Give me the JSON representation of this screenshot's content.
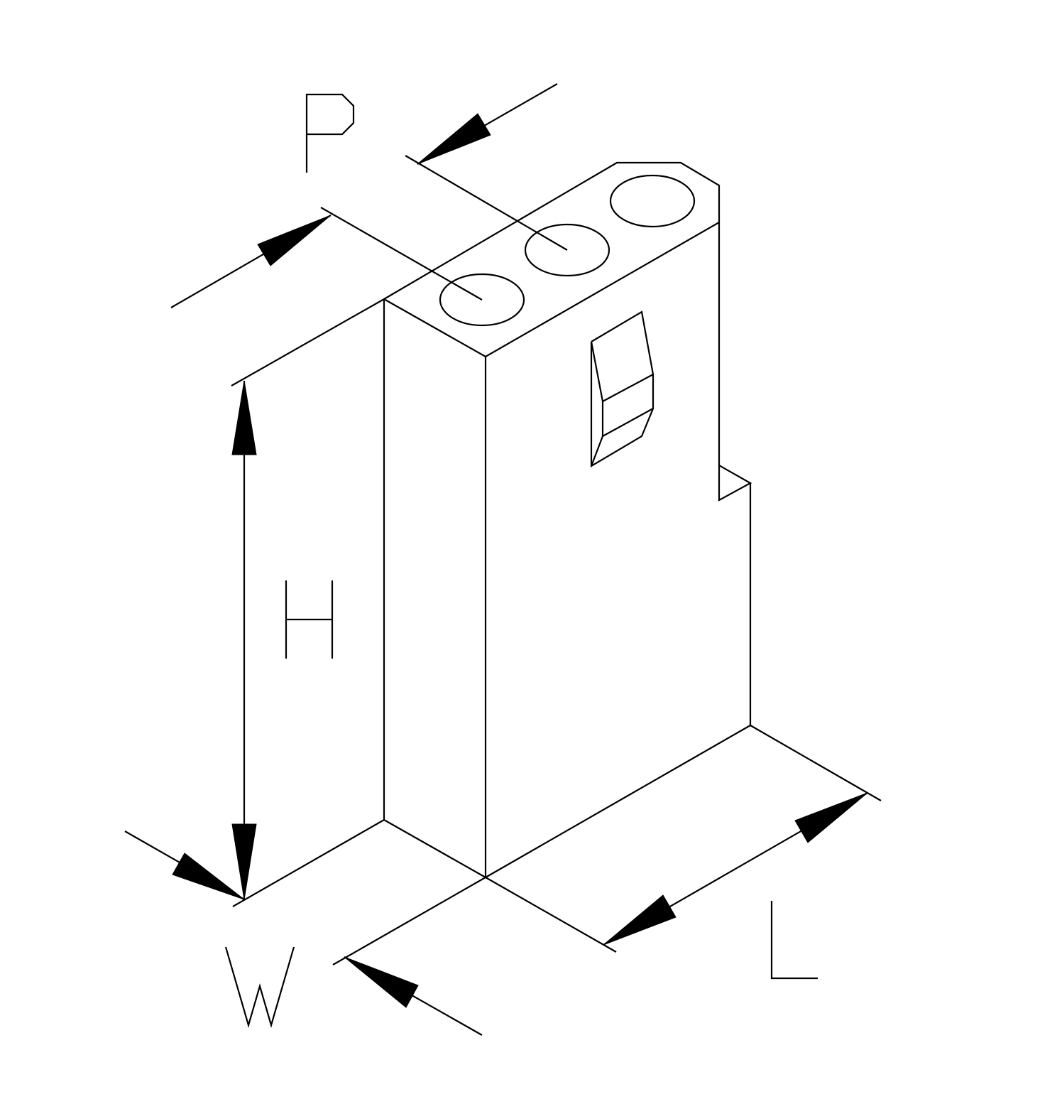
{
  "diagram": {
    "dimension_labels": {
      "pitch": "P",
      "height": "H",
      "width": "W",
      "length": "L"
    },
    "line_color": "#000000",
    "background_color": "#ffffff",
    "cavity_count": 3
  }
}
